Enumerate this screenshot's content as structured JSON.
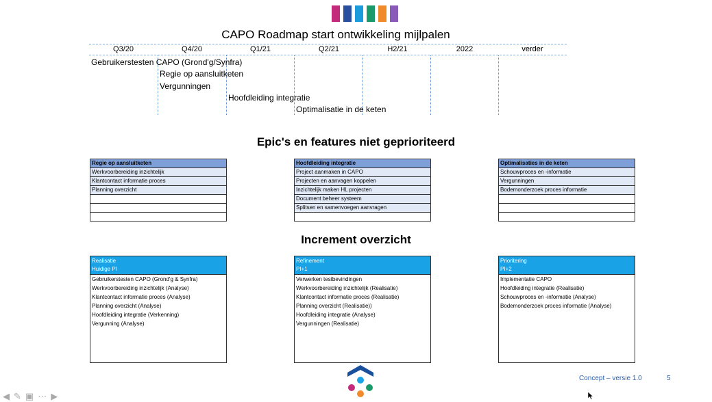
{
  "logo_colors": [
    "#c42a7c",
    "#2a4fa0",
    "#1a9cdc",
    "#1a9a6a",
    "#f18a2a",
    "#8a5ab8"
  ],
  "roadmap": {
    "title": "CAPO Roadmap start ontwikkeling mijlpalen",
    "quarters": [
      "Q3/20",
      "Q4/20",
      "Q1/21",
      "Q2/21",
      "H2/21",
      "2022",
      "verder"
    ],
    "items": [
      "Gebruikerstesten CAPO (Grond'g/Synfra)",
      "Regie op aansluitketen",
      "Vergunningen",
      "Hoofdleiding integratie",
      "Optimalisatie in de keten"
    ]
  },
  "epics": {
    "title": "Epic's en features niet geprioriteerd",
    "tables": [
      {
        "header": "Regie op aansluitketen",
        "rows": [
          "Werkvoorbereiding inzichtelijk",
          "Klantcontact informatie proces",
          "Planning overzicht",
          "",
          "",
          ""
        ]
      },
      {
        "header": "Hoofdleiding integratie",
        "rows": [
          "Project aanmaken in CAPO",
          "Projecten en aanvagen koppelen",
          "Inzichtelijk maken HL projecten",
          "Document beheer systeem",
          "Splitsen en samenvoegen aanvragen",
          ""
        ]
      },
      {
        "header": "Optimalisaties in de keten",
        "rows": [
          "Schouwproces en -informatie",
          "Vergunningen",
          "Bodemonderzoek proces informatie",
          "",
          "",
          ""
        ]
      }
    ]
  },
  "increment": {
    "title": "Increment overzicht",
    "boxes": [
      {
        "header1": "Realisatie",
        "header2": "Huidige PI",
        "items": [
          "Gebruikerstesten CAPO (Grond'g & Synfra)",
          "Werkvoorbereiding inzichtelijk (Analyse)",
          "Klantcontact informatie proces (Analyse)",
          "Planning overzicht (Analyse)",
          "Hoofdleiding integratie (Verkenning)",
          "Vergunning (Analyse)"
        ]
      },
      {
        "header1": "Refinement",
        "header2": "PI+1",
        "items": [
          "Verwerken testbevindingen",
          "Werkvoorbereiding inzichtelijk (Realisatie)",
          "Klantcontact informatie proces (Realisatie)",
          "Planning overzicht (Realisatie))",
          "Hoofdleiding integratie (Analyse)",
          "Vergunningen (Realisatie)"
        ]
      },
      {
        "header1": "Prioritering",
        "header2": "PI+2",
        "items": [
          "Implementatie CAPO",
          "Hoofdleiding integratie (Realisatie)",
          "Schouwproces en -informatie (Analyse)",
          "Bodemonderzoek proces informatie (Analyse)"
        ]
      }
    ]
  },
  "footer": {
    "version": "Concept – versie 1.0",
    "page": "5"
  },
  "nav_icons": [
    "arrow-left-icon",
    "pen-icon",
    "slides-icon",
    "more-icon",
    "arrow-right-icon"
  ]
}
